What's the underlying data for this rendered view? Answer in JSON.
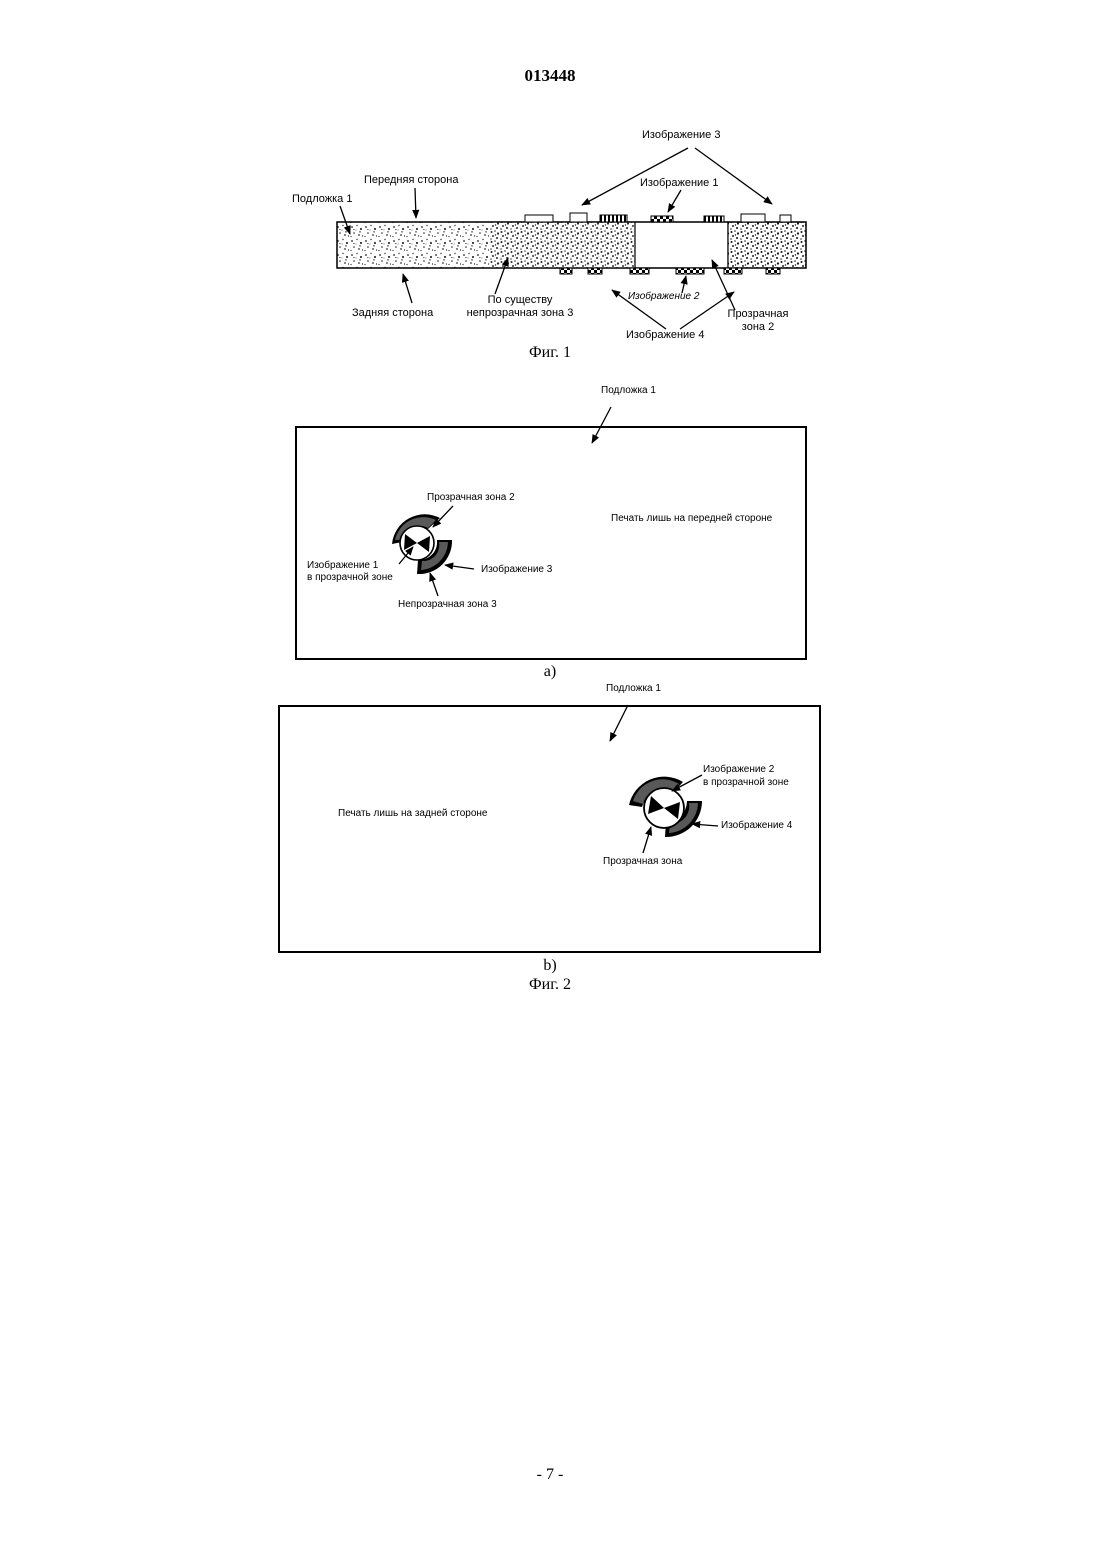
{
  "document_number": "013448",
  "fig1": {
    "caption": "Фиг. 1",
    "labels": {
      "image3": "Изображение 3",
      "front_side": "Передняя сторона",
      "image1": "Изображение 1",
      "substrate1": "Подложка 1",
      "back_side": "Задняя сторона",
      "opaque_zone_line1": "По существу",
      "opaque_zone_line2": "непрозрачная зона 3",
      "image2": "Изображение 2",
      "image4": "Изображение 4",
      "transparent_zone_line1": "Прозрачная",
      "transparent_zone_line2": "зона 2"
    }
  },
  "fig2": {
    "caption": "Фиг. 2",
    "panel_a": {
      "sub_caption": "а)",
      "substrate": "Подложка 1",
      "transparent_zone": "Прозрачная зона 2",
      "image1_line1": "Изображение 1",
      "image1_line2": "в прозрачной зоне",
      "image3": "Изображение 3",
      "opaque_zone": "Непрозрачная зона 3",
      "print_note": "Печать лишь на передней стороне"
    },
    "panel_b": {
      "sub_caption": "b)",
      "substrate": "Подложка 1",
      "print_note": "Печать лишь на задней стороне",
      "image2_line1": "Изображение 2",
      "image2_line2": "в прозрачной зоне",
      "image4": "Изображение 4",
      "transparent_zone": "Прозрачная зона"
    }
  },
  "page_number": "- 7 -"
}
